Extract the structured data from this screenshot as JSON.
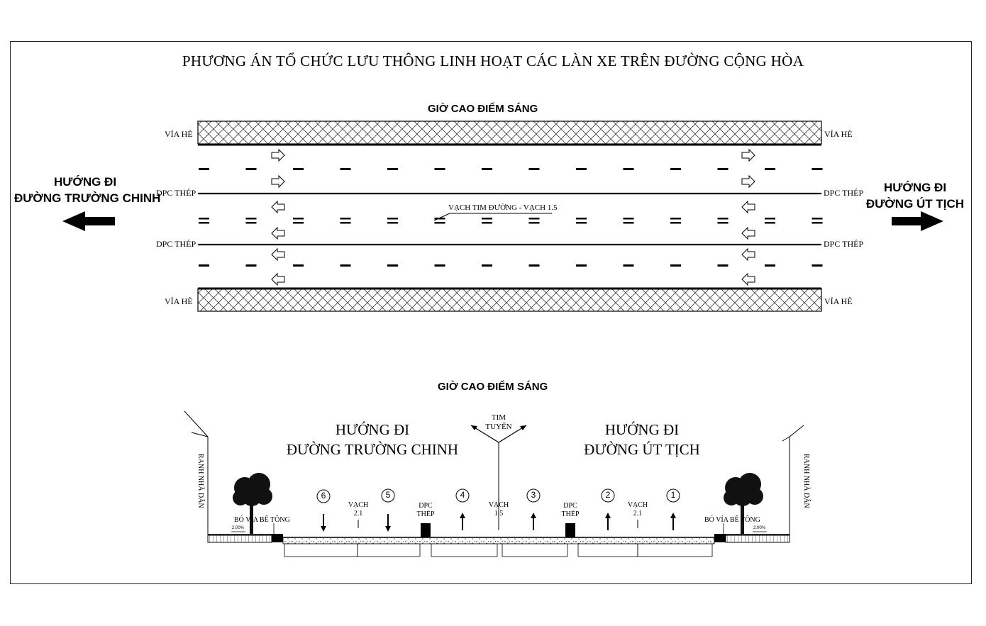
{
  "title": "PHƯƠNG ÁN TỔ CHỨC LƯU THÔNG LINH HOẠT CÁC LÀN XE TRÊN ĐƯỜNG CỘNG HÒA",
  "plan": {
    "heading": "GIỜ CAO ĐIỂM SÁNG",
    "sidewalk_label": "VỈA HÈ",
    "divider_label": "DPC THÉP",
    "centerline_label": "VẠCH TIM ĐƯỜNG - VẠCH 1.5",
    "left_direction": {
      "line1": "HƯỚNG ĐI",
      "line2": "ĐƯỜNG TRƯỜNG CHINH"
    },
    "right_direction": {
      "line1": "HƯỚNG ĐI",
      "line2": "ĐƯỜNG ÚT TỊCH"
    }
  },
  "section": {
    "heading": "GIỜ CAO ĐIỂM SÁNG",
    "left_direction": {
      "line1": "HƯỚNG ĐI",
      "line2": "ĐƯỜNG TRƯỜNG CHINH"
    },
    "right_direction": {
      "line1": "HƯỚNG ĐI",
      "line2": "ĐƯỜNG ÚT TỊCH"
    },
    "center_axis": {
      "line1": "TIM",
      "line2": "TUYẾN"
    },
    "property_line": "RANH NHÀ DÂN",
    "curb_label": "BÓ VỈA BÊ TÔNG",
    "slope": "2.00%",
    "marking_21": {
      "line1": "VẠCH",
      "line2": "2.1"
    },
    "marking_15": {
      "line1": "VẠCH",
      "line2": "1.5"
    },
    "divider": {
      "line1": "DPC",
      "line2": "THÉP"
    },
    "lanes": [
      "6",
      "5",
      "4",
      "3",
      "2",
      "1"
    ]
  }
}
